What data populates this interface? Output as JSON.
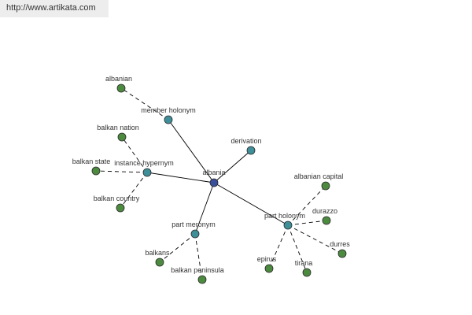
{
  "site": {
    "url": "http://www.artikata.com"
  },
  "colors": {
    "background": "#ffffff",
    "url_bar": "#ededed",
    "edge": "#000000",
    "center_node": "#3a4f9a",
    "relation_node": "#3f8f99",
    "leaf_node": "#4c8a3f",
    "node_stroke": "#2a2a2a",
    "label": "#333333"
  },
  "graph": {
    "center": {
      "id": "albania",
      "label": "albania"
    },
    "relations": [
      {
        "id": "member-holonym",
        "label": "member holonym",
        "leaves": [
          {
            "id": "albanian",
            "label": "albanian"
          }
        ]
      },
      {
        "id": "derivation",
        "label": "derivation",
        "leaves": []
      },
      {
        "id": "instance-hypernym",
        "label": "instance hypernym",
        "leaves": [
          {
            "id": "balkan-nation",
            "label": "balkan nation"
          },
          {
            "id": "balkan-state",
            "label": "balkan state"
          },
          {
            "id": "balkan-country",
            "label": "balkan country"
          }
        ]
      },
      {
        "id": "part-meronym",
        "label": "part meronym",
        "leaves": [
          {
            "id": "balkans",
            "label": "balkans"
          },
          {
            "id": "balkan-peninsula",
            "label": "balkan peninsula"
          }
        ]
      },
      {
        "id": "part-holonym",
        "label": "part holonym",
        "leaves": [
          {
            "id": "albanian-capital",
            "label": "albanian capital"
          },
          {
            "id": "durazzo",
            "label": "durazzo"
          },
          {
            "id": "durres",
            "label": "durres"
          },
          {
            "id": "tirana",
            "label": "tirana"
          },
          {
            "id": "epirus",
            "label": "epirus"
          }
        ]
      }
    ]
  }
}
